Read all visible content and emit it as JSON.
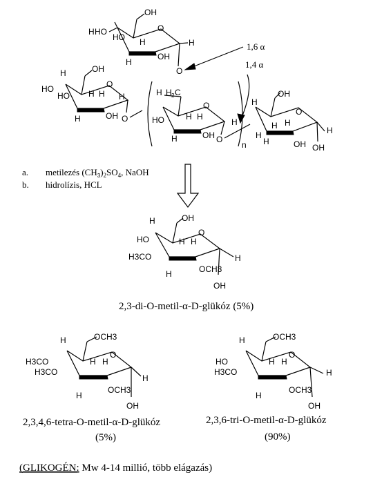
{
  "glycosidic": {
    "link_16": "1,6 α",
    "link_14": "1,4 α",
    "repeat_n": "n"
  },
  "atoms": {
    "oh": "OH",
    "ho": "HO",
    "h": "H",
    "o": "O",
    "h2c": "H",
    "h2c_2": "2",
    "h2c_c": "C",
    "och3": "OCH3",
    "h3co": "H3CO",
    "h3co_alt": "H3CO"
  },
  "steps": [
    {
      "marker": "a.",
      "text": "metilezés (CH",
      "sub1": "3",
      "mid": ")",
      "sub2": "2",
      "tail": "SO",
      "sub3": "4",
      "end": ", NaOH"
    },
    {
      "marker": "b.",
      "text": "hidrolízis, HCL"
    }
  ],
  "products": {
    "di": "2,3-di-O-metil-α-D-glükóz (5%)",
    "tetra_line1": "2,3,4,6-tetra-O-metil-α-D-glükóz",
    "tetra_line2": "(5%)",
    "tri_line1": "2,3,6-tri-O-metil-α-D-glükóz",
    "tri_line2": "(90%)"
  },
  "footer": {
    "underlined": "(GLIKOGÉN:",
    "rest": " Mw 4-14 millió, több elágazás)"
  }
}
